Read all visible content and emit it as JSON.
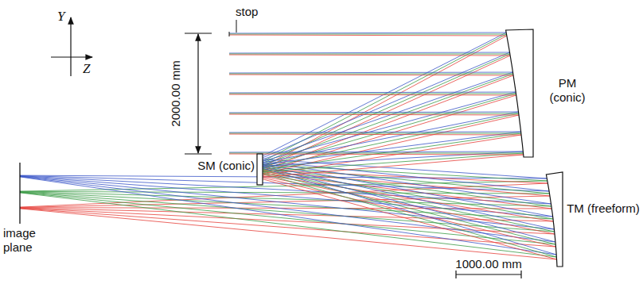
{
  "diagram": {
    "labels": [
      "Y",
      "Z",
      "stop",
      "2000.00 mm",
      "PM (conic)",
      "SM (conic)",
      "TM (freeform)",
      "image plane",
      "1000.00 mm"
    ]
  }
}
